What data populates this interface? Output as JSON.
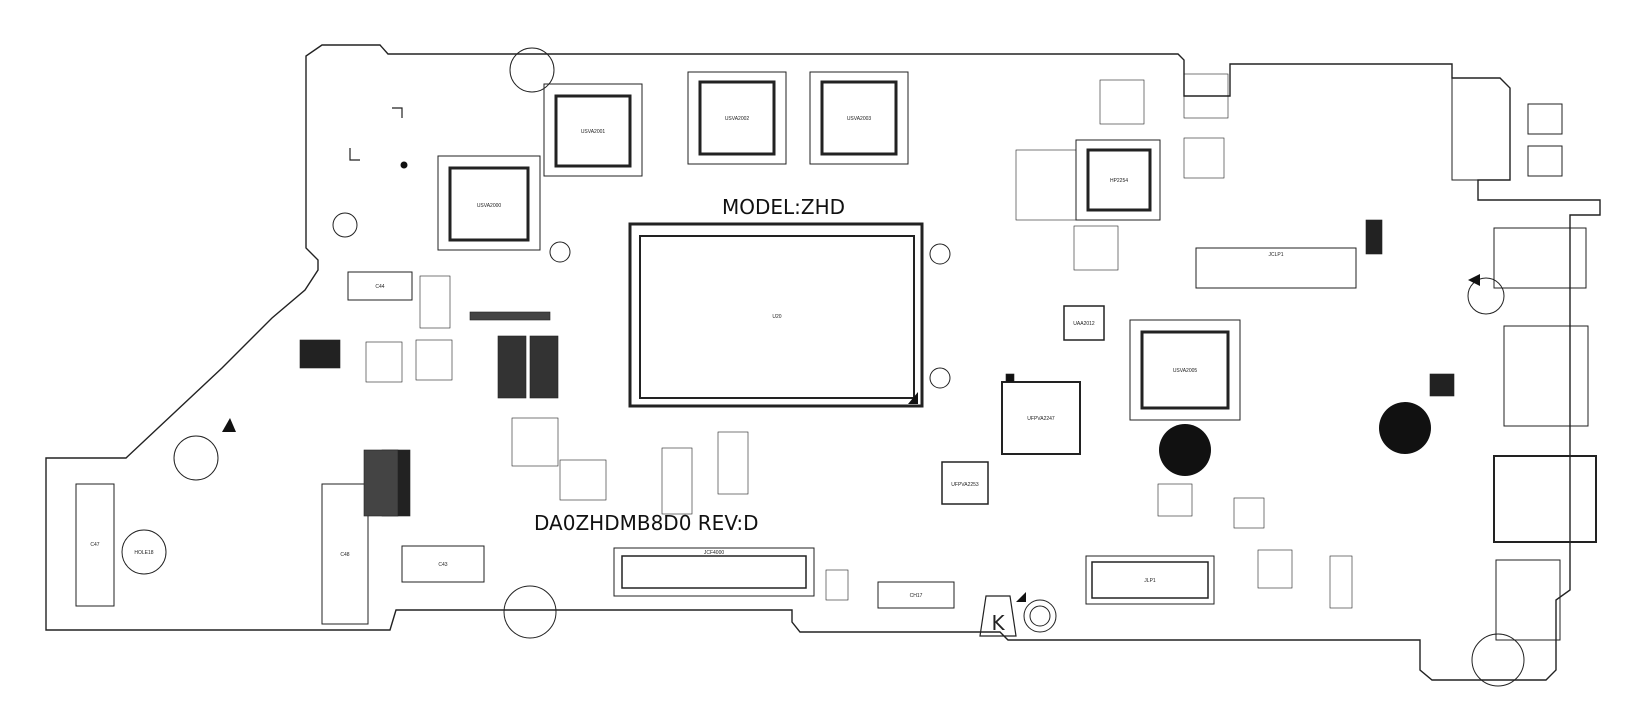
{
  "board": {
    "model_label": "MODEL:ZHD",
    "part_number_label": "DA0ZHDMB8D0 REV:D",
    "logo_letter": "K"
  },
  "components": {
    "cpu": "U20",
    "chips": {
      "usva2000": "USVA2000",
      "usva2001": "USVA2001",
      "usva2002": "USVA2002",
      "usva2003": "USVA2003",
      "usva2005": "USVA2005",
      "ufp2247": "UFPVA2247",
      "ufp2253": "UFPVA2253",
      "uaa2012": "UAA2012",
      "hp2254": "HP2254"
    },
    "connectors": {
      "jcf4000": "JCF4000",
      "jclp1": "JCLP1",
      "jlp1": "JLP1",
      "c44": "C44",
      "c43": "C43",
      "c47": "C47",
      "c48": "C48",
      "ch17": "CH17"
    },
    "mount_hole": "HOLE18"
  },
  "colors": {
    "outline": "#222222",
    "component_fill": "#3a3a3a",
    "pad_fill": "#111111",
    "background": "#ffffff"
  }
}
